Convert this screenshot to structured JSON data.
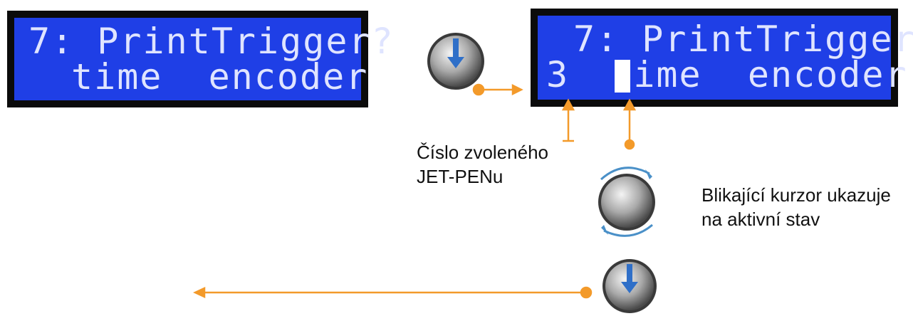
{
  "lcd_left": {
    "line1": "7: PrintTrigger?",
    "line2": "time  encoder"
  },
  "lcd_right": {
    "line1_text": "7: PrintTrigger",
    "line1_marker": "*",
    "line2_number": "3",
    "line2_text": "ime  encoder"
  },
  "captions": {
    "pen_number_line1": "Číslo zvoleného",
    "pen_number_line2": "JET-PENu",
    "cursor_line1": "Blikající kurzor ukazuje",
    "cursor_line2": "na aktivní stav"
  },
  "colors": {
    "lcd_background": "#1f3fe6",
    "lcd_text": "#dfe4ff",
    "arrow": "#f39a2a",
    "rotate_arrow": "#4a90c8"
  },
  "icons": [
    "knob-press-icon",
    "knob-rotate-icon",
    "knob-press-icon"
  ]
}
